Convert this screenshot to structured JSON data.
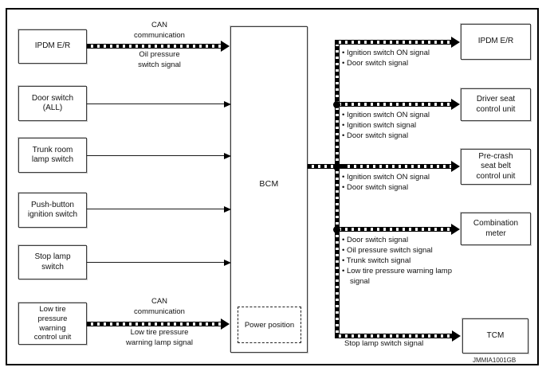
{
  "figure": {
    "code": "JMMIA1001GB"
  },
  "bcm": {
    "label": "BCM",
    "power_position_label": "Power position"
  },
  "inputs": [
    {
      "label": "IPDM E/R",
      "link_type": "CAN communication",
      "link_above": "CAN\ncommunication",
      "link_below": "Oil pressure\nswitch signal"
    },
    {
      "label": "Door switch\n(ALL)"
    },
    {
      "label": "Trunk room\nlamp switch"
    },
    {
      "label": "Push-button\nignition switch"
    },
    {
      "label": "Stop lamp\nswitch"
    },
    {
      "label": "Low tire\npressure\nwarning\ncontrol unit",
      "link_type": "CAN communication",
      "link_above": "CAN\ncommunication",
      "link_below": "Low tire pressure\nwarning lamp signal"
    }
  ],
  "outputs": [
    {
      "label": "IPDM E/R",
      "signals": [
        "Ignition switch ON signal",
        "Door switch signal"
      ]
    },
    {
      "label": "Driver seat\ncontrol unit",
      "signals": [
        "Ignition switch ON signal",
        "Ignition switch signal",
        "Door switch signal"
      ]
    },
    {
      "label": "Pre-crash\nseat belt\ncontrol unit",
      "signals": [
        "Ignition switch ON signal",
        "Door switch signal"
      ]
    },
    {
      "label": "Combination\nmeter",
      "signals": [
        "Door switch signal",
        "Oil pressure switch signal",
        "Trunk switch signal",
        "Low tire pressure warning lamp signal"
      ]
    },
    {
      "label": "TCM",
      "signals": [],
      "line_label": "Stop lamp switch signal"
    }
  ]
}
